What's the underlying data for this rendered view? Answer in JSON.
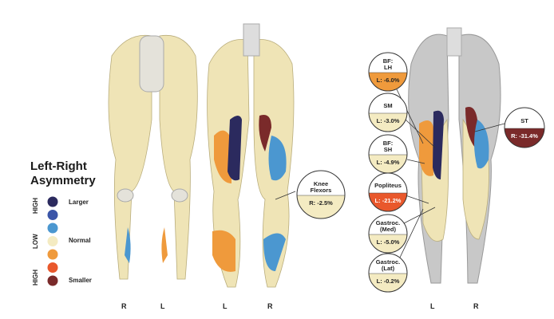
{
  "legend": {
    "title_line1": "Left-Right",
    "title_line2": "Asymmetry",
    "axis_labels": [
      "HIGH",
      "LOW",
      "HIGH"
    ],
    "labels": {
      "larger": "Larger",
      "normal": "Normal",
      "smaller": "Smaller"
    },
    "scale_colors": [
      "#2b2a5e",
      "#3b55a8",
      "#4b97d0",
      "#f4ebc2",
      "#ef9a3c",
      "#e9582c",
      "#7a2a2a"
    ]
  },
  "panels": [
    {
      "side_labels": [
        "R",
        "L"
      ]
    },
    {
      "side_labels": [
        "L",
        "R"
      ]
    },
    {
      "side_labels": [
        "L",
        "R"
      ]
    }
  ],
  "callouts": [
    {
      "name": "Knee Flexors",
      "line1": "Knee",
      "line2": "Flexors",
      "value": "R: -2.5%",
      "color": "#f4ebc2"
    },
    {
      "name": "BF: LH",
      "line1": "BF:",
      "line2": "LH",
      "value": "L: -6.0%",
      "color": "#ef9a3c"
    },
    {
      "name": "SM",
      "line1": "SM",
      "line2": "",
      "value": "L: -3.0%",
      "color": "#f4ebc2"
    },
    {
      "name": "BF: SH",
      "line1": "BF:",
      "line2": "SH",
      "value": "L: -4.9%",
      "color": "#f4ebc2"
    },
    {
      "name": "Popliteus",
      "line1": "Popliteus",
      "line2": "",
      "value": "L: -21.2%",
      "color": "#e9582c"
    },
    {
      "name": "Gastroc. (Med)",
      "line1": "Gastroc.",
      "line2": "(Med)",
      "value": "L: -5.0%",
      "color": "#f4ebc2"
    },
    {
      "name": "Gastroc. (Lat)",
      "line1": "Gastroc.",
      "line2": "(Lat)",
      "value": "L: -0.2%",
      "color": "#f4ebc2"
    },
    {
      "name": "ST",
      "line1": "ST",
      "line2": "",
      "value": "R: -31.4%",
      "color": "#7a2a2a"
    }
  ]
}
